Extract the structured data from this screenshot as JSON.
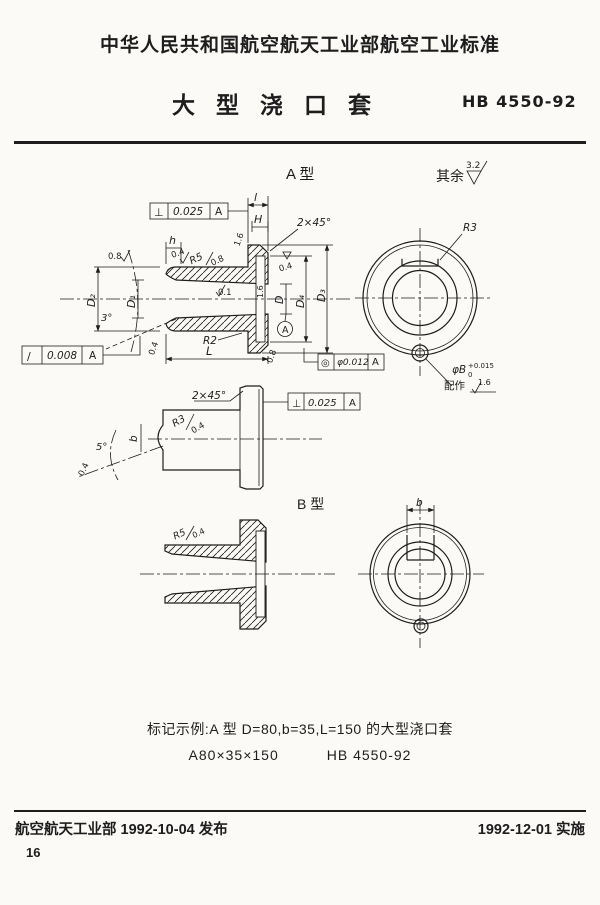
{
  "page": {
    "standard_header": "中华人民共和国航空航天工业部航空工业标准",
    "title": "大型浇口套",
    "standard_code": "HB 4550-92"
  },
  "drawing": {
    "type_a": "A 型",
    "type_b": "B 型",
    "surface_note": "其余",
    "surface_value": "3.2",
    "dims": {
      "l": "l",
      "H": "H",
      "h": "h",
      "L": "L",
      "b": "b",
      "D": "D",
      "D1": "D₁",
      "D2": "D₂",
      "D3": "D₃",
      "D4": "D₄",
      "R2": "R2",
      "R3": "R3",
      "R5": "R5",
      "chamfer": "2×45°",
      "angle_3": "3°",
      "angle_5": "5°"
    },
    "finish": {
      "f01": "0.1",
      "f04": "0.4",
      "f08": "0.8",
      "f16": "1.6"
    },
    "tolerance_frames": {
      "perpendicularity": {
        "symbol": "⊥",
        "value": "0.025",
        "datum": "A"
      },
      "profile_slope": {
        "symbol": "∕",
        "value": "0.008",
        "datum": "A"
      },
      "concentricity": {
        "symbol": "◎",
        "value": "φ0.012",
        "datum": "A"
      }
    },
    "datum_label": "A",
    "pin_callout": {
      "dia": "φB",
      "tol_upper": "+0.015",
      "tol_lower": "0",
      "fit_note": "配作",
      "finish": "1.6"
    }
  },
  "example": {
    "line1": "标记示例:A 型 D=80,b=35,L=150 的大型浇口套",
    "designation": "A80×35×150",
    "standard": "HB 4550-92"
  },
  "footer": {
    "issued": "航空航天工业部 1992-10-04 发布",
    "effective": "1992-12-01 实施",
    "page_number": "16"
  }
}
